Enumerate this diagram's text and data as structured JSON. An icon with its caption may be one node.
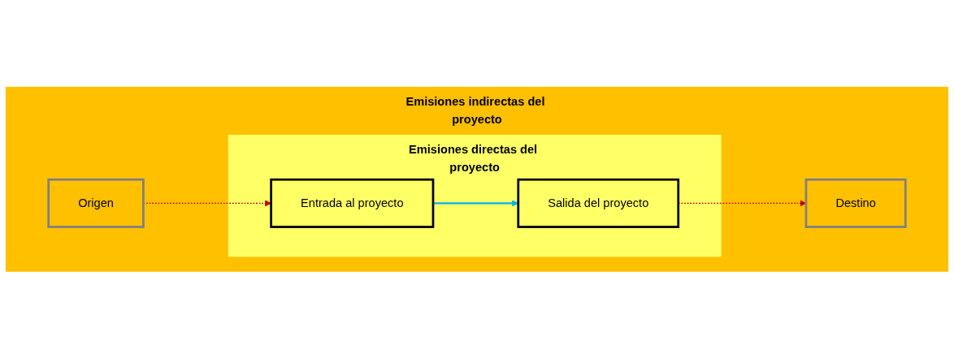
{
  "diagram": {
    "nodes": [
      {
        "text": [
          "Emisiones indirectas del proyecto"
        ]
      },
      {
        "text": [
          "Origen"
        ],
        "in": 0
      },
      {
        "text": [
          "Destino"
        ],
        "in": 0
      },
      {
        "text": [
          "Emisiones directas del proyecto"
        ],
        "in": 0
      },
      {
        "text": [
          "Entrada al proyecto"
        ],
        "in": 3
      },
      {
        "text": [
          "Salida del proyecto"
        ],
        "in": 3
      }
    ],
    "edges": [
      {
        "from": 1,
        "to": 4,
        "arrow": "to",
        "style": "dashed",
        "color": "#c00000"
      },
      {
        "from": 4,
        "to": 5,
        "arrow": "to",
        "color": "#00b0f0"
      },
      {
        "from": 5,
        "to": 2,
        "arrow": "to",
        "style": "dashed",
        "color": "#c00000"
      }
    ]
  }
}
